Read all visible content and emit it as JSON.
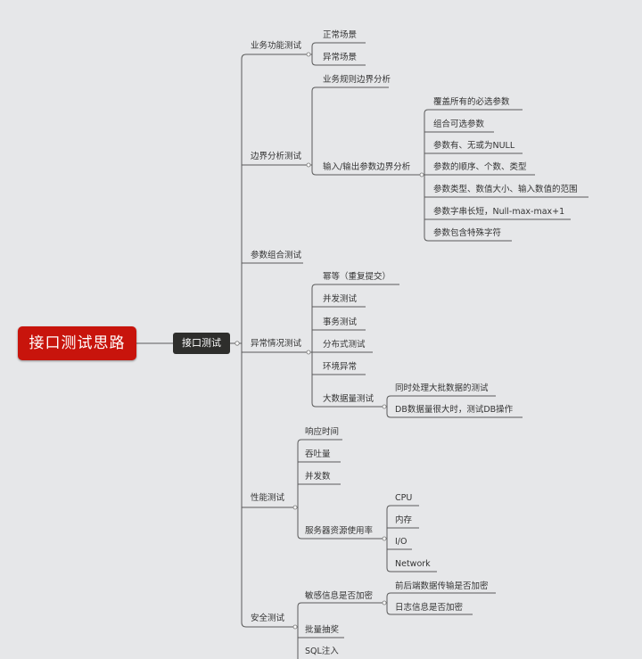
{
  "root": {
    "label": "接口测试思路"
  },
  "hub": {
    "label": "接口测试"
  },
  "branches": {
    "functional": {
      "label": "业务功能测试",
      "children": [
        "正常场景",
        "异常场景"
      ]
    },
    "boundary": {
      "label": "边界分析测试",
      "rule": "业务规则边界分析",
      "io": {
        "label": "输入/输出参数边界分析",
        "children": [
          "覆盖所有的必选参数",
          "组合可选参数",
          "参数有、无或为NULL",
          "参数的顺序、个数、类型",
          "参数类型、数值大小、输入数值的范围",
          "参数字串长短，Null-max-max+1",
          "参数包含特殊字符"
        ]
      }
    },
    "combo": {
      "label": "参数组合测试"
    },
    "exception": {
      "label": "异常情况测试",
      "children": [
        "幂等（重复提交）",
        "并发测试",
        "事务测试",
        "分布式测试",
        "环境异常"
      ],
      "bigdata": {
        "label": "大数据量测试",
        "children": [
          "同时处理大批数据的测试",
          "DB数据量很大时，测试DB操作"
        ]
      }
    },
    "performance": {
      "label": "性能测试",
      "children": [
        "响应时间",
        "吞吐量",
        "并发数"
      ],
      "server": {
        "label": "服务器资源使用率",
        "children": [
          "CPU",
          "内存",
          "I/O",
          "Network"
        ]
      }
    },
    "security": {
      "label": "安全测试",
      "sensitive": {
        "label": "敏感信息是否加密",
        "children": [
          "前后端数据传输是否加密",
          "日志信息是否加密"
        ]
      },
      "children": [
        "批量抽奖",
        "SQL注入"
      ]
    }
  }
}
